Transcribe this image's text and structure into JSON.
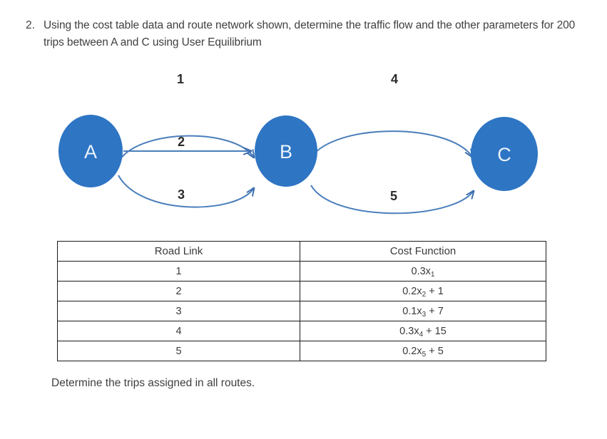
{
  "question": {
    "number": "2.",
    "text": "Using the cost table data and route network shown, determine the traffic flow and the other parameters for 200 trips between A and C using User Equilibrium"
  },
  "diagram": {
    "node_color": "#2E75C4",
    "edge_color": "#4A7EBB",
    "nodes": [
      {
        "id": "A",
        "label": "A"
      },
      {
        "id": "B",
        "label": "B"
      },
      {
        "id": "C",
        "label": "C"
      }
    ],
    "edges": [
      {
        "id": "1",
        "label": "1",
        "from": "A",
        "to": "B",
        "shape": "curve-up"
      },
      {
        "id": "2",
        "label": "2",
        "from": "A",
        "to": "B",
        "shape": "straight"
      },
      {
        "id": "3",
        "label": "3",
        "from": "A",
        "to": "B",
        "shape": "curve-down"
      },
      {
        "id": "4",
        "label": "4",
        "from": "B",
        "to": "C",
        "shape": "curve-up"
      },
      {
        "id": "5",
        "label": "5",
        "from": "B",
        "to": "C",
        "shape": "curve-down"
      }
    ]
  },
  "table": {
    "headers": [
      "Road Link",
      "Cost Function"
    ],
    "rows": [
      {
        "link": "1",
        "cost_coeff": "0.3x",
        "cost_sub": "1",
        "cost_const": ""
      },
      {
        "link": "2",
        "cost_coeff": "0.2x",
        "cost_sub": "2",
        "cost_const": " + 1"
      },
      {
        "link": "3",
        "cost_coeff": "0.1x",
        "cost_sub": "3",
        "cost_const": " + 7"
      },
      {
        "link": "4",
        "cost_coeff": "0.3x",
        "cost_sub": "4",
        "cost_const": " + 15"
      },
      {
        "link": "5",
        "cost_coeff": "0.2x",
        "cost_sub": "5",
        "cost_const": " + 5"
      }
    ]
  },
  "footer": {
    "text": "Determine the trips assigned in all routes."
  }
}
